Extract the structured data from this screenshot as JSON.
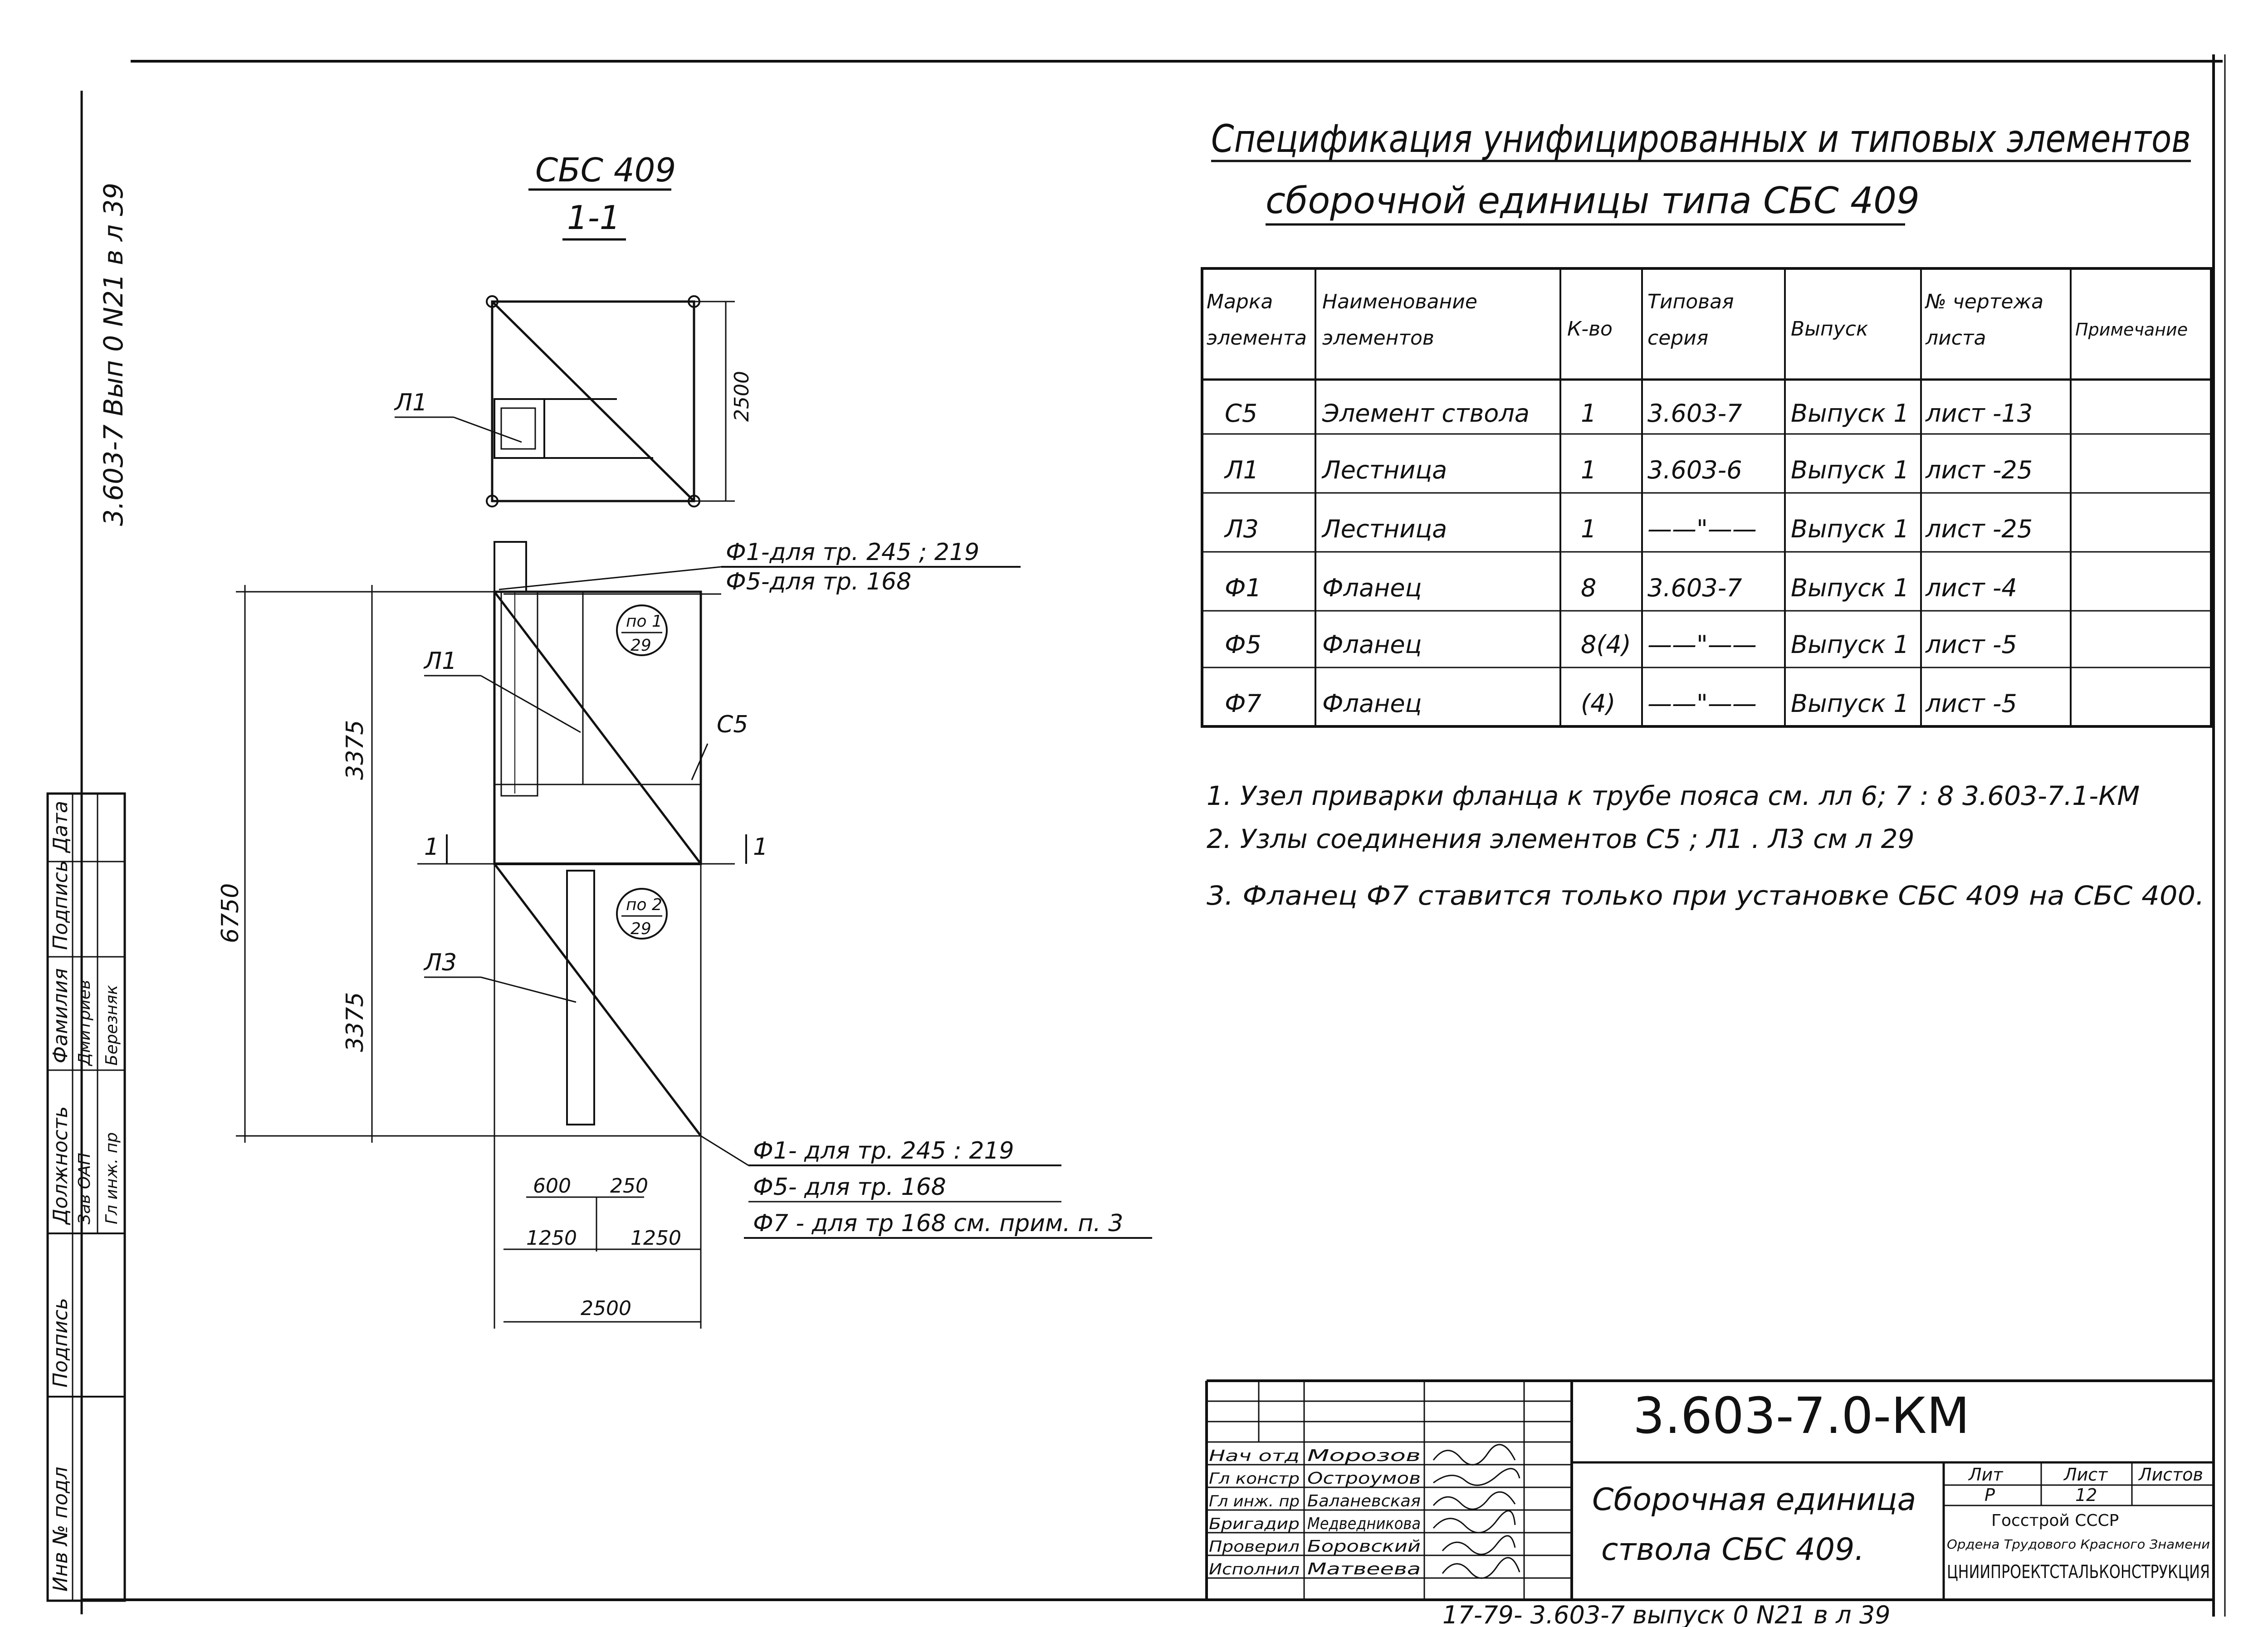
{
  "side_stamp": "3.603-7 Вып 0 N21 в л 39",
  "drawing": {
    "title": "СБС 409",
    "section": "1-1",
    "labels": {
      "l1_top": "Л1",
      "l1_mid": "Л1",
      "l3": "Л3",
      "c5": "С5",
      "mark1_left": "1",
      "mark1_right": "1"
    },
    "callouts_top": [
      "Ф1-для тр. 245 ; 219",
      "Ф5-для тр. 168"
    ],
    "callouts_bottom": [
      "Ф1- для тр. 245 : 219",
      "Ф5- для тр. 168",
      "Ф7 - для тр 168 см. прим. п. 3"
    ],
    "circle1": {
      "top": "по 1",
      "bottom": "29"
    },
    "circle2": {
      "top": "по 2",
      "bottom": "29"
    },
    "dims": {
      "d2500_top": "2500",
      "d3375_upper": "3375",
      "d3375_lower": "3375",
      "d6750": "6750",
      "d600": "600",
      "d250": "250",
      "d1250_a": "1250",
      "d1250_b": "1250",
      "d2500_bottom": "2500"
    }
  },
  "spec": {
    "title_line1": "Спецификация унифицированных и типовых элементов",
    "title_line2": "сборочной единицы типа СБС 409",
    "headers": [
      "Марка элемента",
      "Наименование элементов",
      "К-во",
      "Типовая серия",
      "Выпуск",
      "№ чертежа листа",
      "Примечание"
    ],
    "rows": [
      [
        "С5",
        "Элемент ствола",
        "1",
        "3.603-7",
        "Выпуск 1",
        "лист -13",
        ""
      ],
      [
        "Л1",
        "Лестница",
        "1",
        "3.603-6",
        "Выпуск 1",
        "лист -25",
        ""
      ],
      [
        "Л3",
        "Лестница",
        "1",
        "——\"——",
        "Выпуск 1",
        "лист -25",
        ""
      ],
      [
        "Ф1",
        "Фланец",
        "8",
        "3.603-7",
        "Выпуск 1",
        "лист -4",
        ""
      ],
      [
        "Ф5",
        "Фланец",
        "8(4)",
        "——\"——",
        "Выпуск 1",
        "лист -5",
        ""
      ],
      [
        "Ф7",
        "Фланец",
        "(4)",
        "——\"——",
        "Выпуск 1",
        "лист -5",
        ""
      ]
    ]
  },
  "notes": [
    "1. Узел приварки фланца к трубе пояса см. лл 6; 7 : 8 3.603-7.1-КМ",
    "2. Узлы соединения элементов С5 ; Л1 . Л3 см л 29",
    "3. Фланец Ф7 ставится только при установке СБС 409 на СБС 400."
  ],
  "approval": {
    "col_labels": [
      "Дата",
      "Подпись",
      "Фамилия",
      "Должность"
    ],
    "names": [
      "Дмитриев",
      "Березняк"
    ],
    "positions": [
      "Зав ОАП",
      "Гл инж. пр"
    ],
    "lower_labels": [
      "Подпись",
      "Инв № подл"
    ]
  },
  "title_block": {
    "code": "3.603-7.0-КМ",
    "roles": [
      "Нач отд",
      "Гл констр",
      "Гл инж. пр",
      "Бригадир",
      "Проверил",
      "Исполнил"
    ],
    "names": [
      "Морозов",
      "Остроумов",
      "Баланевская",
      "Медведникова",
      "Боровский",
      "Матвеева"
    ],
    "name_line1": "Сборочная единица",
    "name_line2": "ствола СБС 409.",
    "lit_label": "Лит",
    "sheet_label": "Лист",
    "sheets_label": "Листов",
    "lit_value": "Р",
    "sheet_value": "12",
    "org1": "Госстрой СССР",
    "org2": "Ордена Трудового Красного Знамени",
    "org3": "ЦНИИПРОЕКТСТАЛЬКОНСТРУКЦИЯ"
  },
  "footer": "17-79- 3.603-7 выпуск 0 N21 в л 39"
}
